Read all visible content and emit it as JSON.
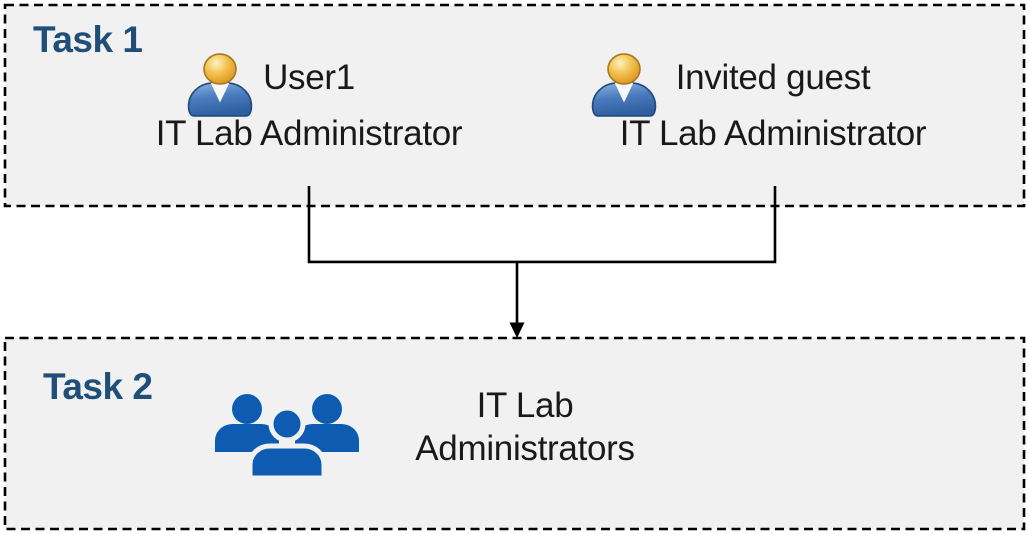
{
  "task1": {
    "label": "Task 1",
    "people": [
      {
        "name": "User1",
        "role": "IT Lab Administrator"
      },
      {
        "name": "Invited guest",
        "role": "IT Lab Administrator"
      }
    ]
  },
  "task2": {
    "label": "Task 2",
    "group_label": "IT Lab Administrators"
  },
  "colors": {
    "box_fill": "#f1f1f1",
    "box_border": "#000000",
    "task_label": "#1f4e79",
    "text": "#191919",
    "connector": "#000000",
    "group_icon": "#0e5cb2",
    "person_head": "#eeb23e",
    "person_body": "#3f6fae"
  },
  "icons": {
    "person": "single-user-3d-icon",
    "group": "user-group-icon",
    "connector": "merge-arrow-down"
  }
}
